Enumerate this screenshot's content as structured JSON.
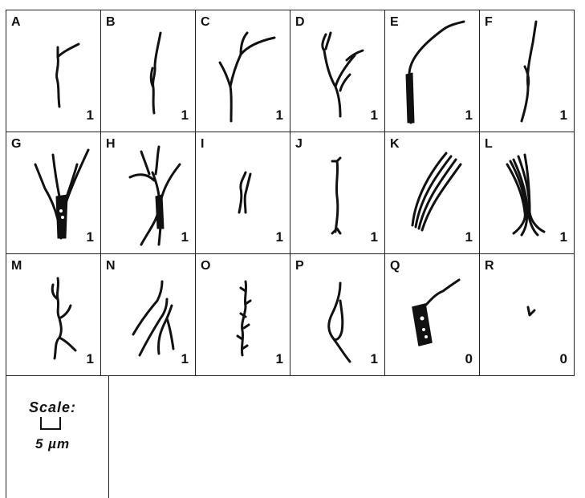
{
  "figure": {
    "panels": [
      {
        "letter": "A",
        "score": "1"
      },
      {
        "letter": "B",
        "score": "1"
      },
      {
        "letter": "C",
        "score": "1"
      },
      {
        "letter": "D",
        "score": "1"
      },
      {
        "letter": "E",
        "score": "1"
      },
      {
        "letter": "F",
        "score": "1"
      },
      {
        "letter": "G",
        "score": "1"
      },
      {
        "letter": "H",
        "score": "1"
      },
      {
        "letter": "I",
        "score": "1"
      },
      {
        "letter": "J",
        "score": "1"
      },
      {
        "letter": "K",
        "score": "1"
      },
      {
        "letter": "L",
        "score": "1"
      },
      {
        "letter": "M",
        "score": "1"
      },
      {
        "letter": "N",
        "score": "1"
      },
      {
        "letter": "O",
        "score": "1"
      },
      {
        "letter": "P",
        "score": "1"
      },
      {
        "letter": "Q",
        "score": "0"
      },
      {
        "letter": "R",
        "score": "0"
      }
    ],
    "scale": {
      "title": "Scale:",
      "unit": "5 µm"
    }
  }
}
